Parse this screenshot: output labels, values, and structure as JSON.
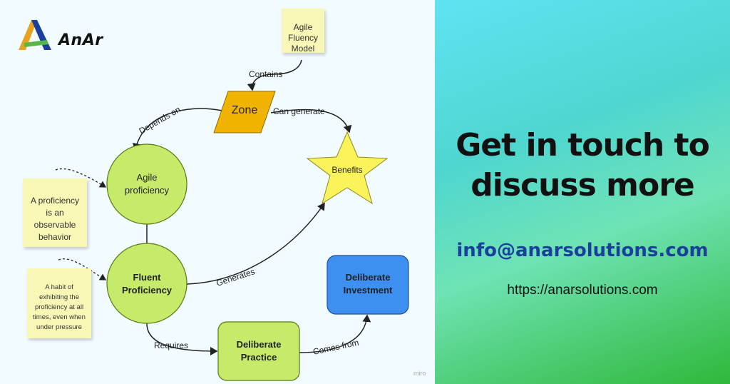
{
  "brand": {
    "name": "AnAr"
  },
  "diagram": {
    "nodes": {
      "agile_fluency_model": "Agile\nFluency\nModel",
      "zone": "Zone",
      "benefits": "Benefits",
      "agile_proficiency": "Agile\nproficiency",
      "fluent_proficiency": "Fluent\nProficiency",
      "deliberate_investment": "Deliberate\nInvestment",
      "deliberate_practice": "Deliberate\nPractice"
    },
    "notes": {
      "proficiency_note": "A proficiency\nis an\nobservable\nbehavior",
      "habit_note": "A habit of\nexhibiting the\nproficiency at all\ntimes, even when\nunder pressure"
    },
    "edges": {
      "contains": "Contains",
      "depends_on": "Depends on",
      "can_generate": "Can generate",
      "generates": "Generates",
      "requires": "Requires",
      "comes_from": "Comes from"
    },
    "watermark": "miro"
  },
  "cta": {
    "headline": "Get in touch to\ndiscuss more",
    "email": "info@anarsolutions.com",
    "website": "https://anarsolutions.com"
  },
  "colors": {
    "zone": "#f0b400",
    "benefits": "#fbf35a",
    "proficiency": "#c7ea6a",
    "investment": "#3d8ff0",
    "note": "#f9f7b6",
    "email": "#1a3f9c"
  }
}
